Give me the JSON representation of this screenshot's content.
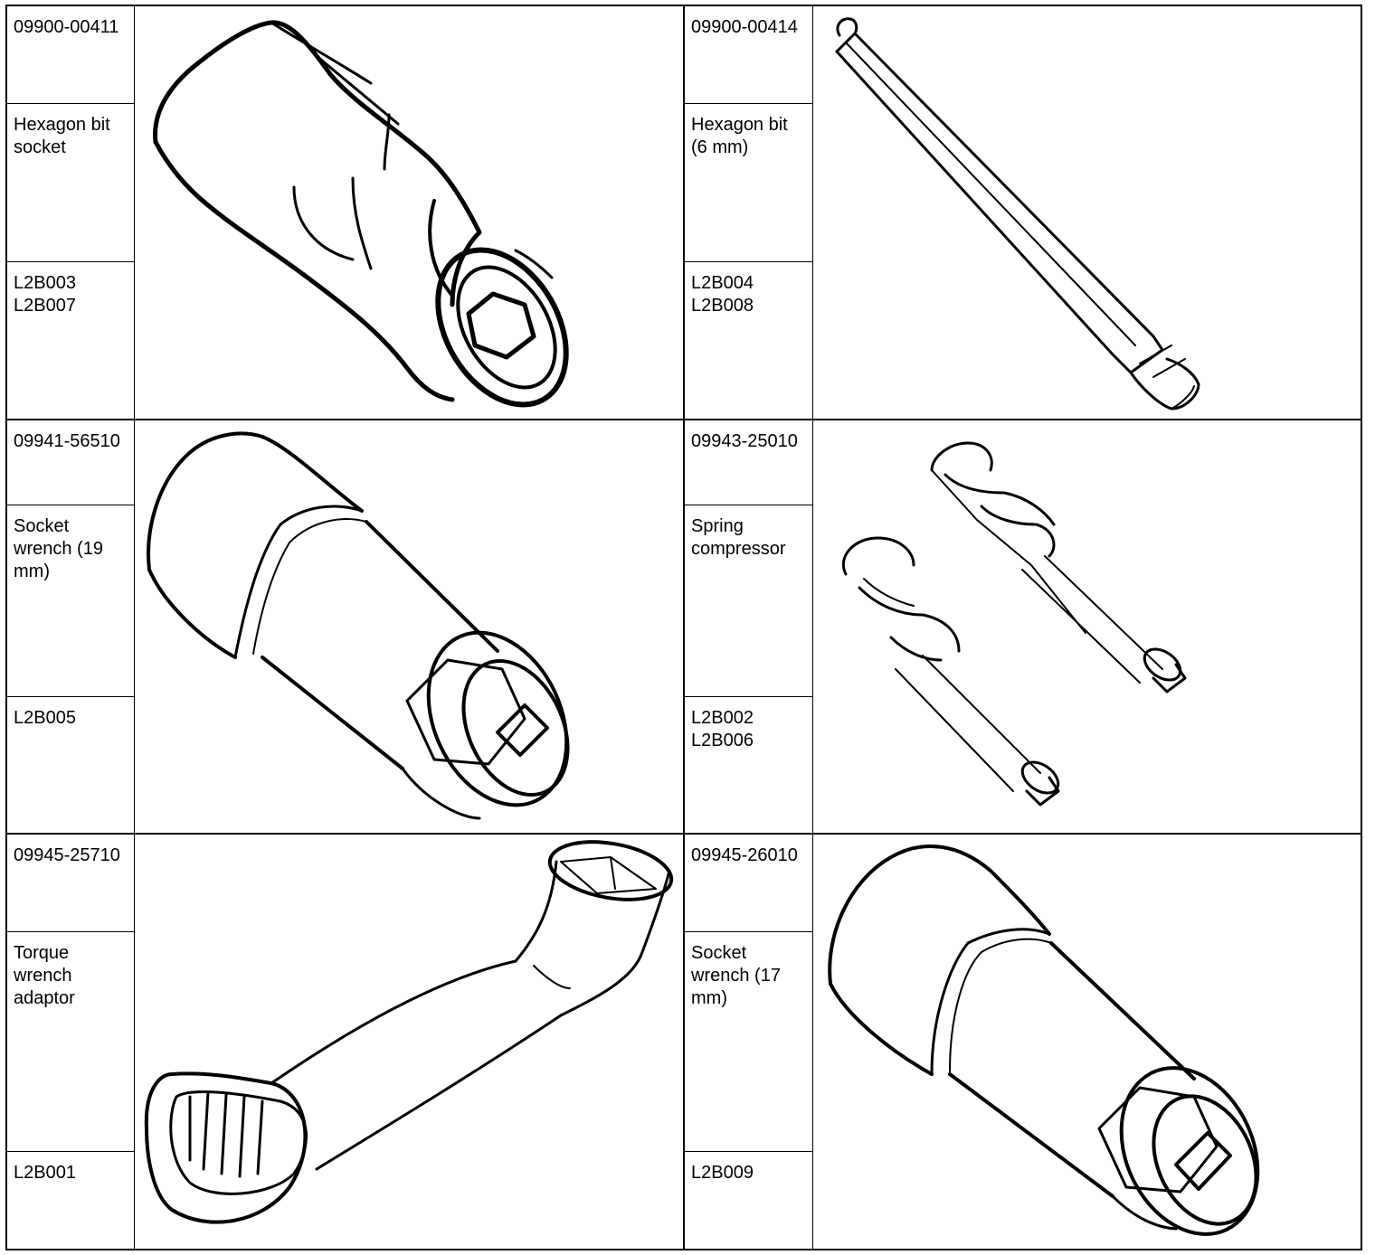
{
  "tools": [
    {
      "part_no": "09900-00411",
      "name": "Hexagon bit\nsocket",
      "refs": "L2B003\nL2B007",
      "illustration": "hexagon-bit-socket-drawing"
    },
    {
      "part_no": "09900-00414",
      "name": "Hexagon bit\n(6 mm)",
      "refs": "L2B004\nL2B008",
      "illustration": "hexagon-bit-drawing"
    },
    {
      "part_no": "09941-56510",
      "name": "Socket\nwrench (19\nmm)",
      "refs": "L2B005",
      "illustration": "socket-wrench-19mm-drawing"
    },
    {
      "part_no": "09943-25010",
      "name": "Spring\ncompressor",
      "refs": "L2B002\nL2B006",
      "illustration": "spring-compressor-drawing"
    },
    {
      "part_no": "09945-25710",
      "name": "Torque\nwrench\nadaptor",
      "refs": "L2B001",
      "illustration": "torque-wrench-adaptor-drawing"
    },
    {
      "part_no": "09945-26010",
      "name": "Socket\nwrench (17\nmm)",
      "refs": "L2B009",
      "illustration": "socket-wrench-17mm-drawing"
    }
  ]
}
